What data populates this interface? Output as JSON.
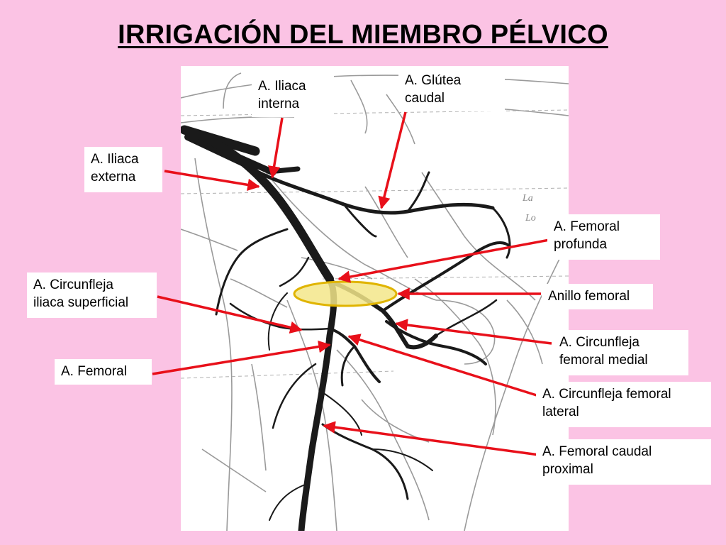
{
  "title": "IRRIGACIÓN DEL MIEMBRO PÉLVICO",
  "colors": {
    "background": "#fbc3e4",
    "arrow": "#e8101a",
    "ring_fill": "#f3e68a",
    "ring_stroke": "#e0b400",
    "vessel": "#1a1a1a"
  },
  "figure_text": {
    "lateral_mark_1": "La",
    "lateral_mark_2": "Lo"
  },
  "labels": {
    "iliaca_interna": "A. Iliaca\ninterna",
    "glutea_caudal": "A. Glútea\ncaudal",
    "iliaca_externa": "A. Iliaca\nexterna",
    "femoral_profunda": "A. Femoral\nprofunda",
    "circunfleja_iliaca_superficial": "A. Circunfleja\niliaca superficial",
    "anillo_femoral": "Anillo femoral",
    "circunfleja_femoral_medial": "A. Circunfleja\nfemoral medial",
    "femoral": "A. Femoral",
    "circunfleja_femoral_lateral": "A. Circunfleja femoral\nlateral",
    "femoral_caudal_proximal": "A. Femoral caudal\nproximal"
  }
}
